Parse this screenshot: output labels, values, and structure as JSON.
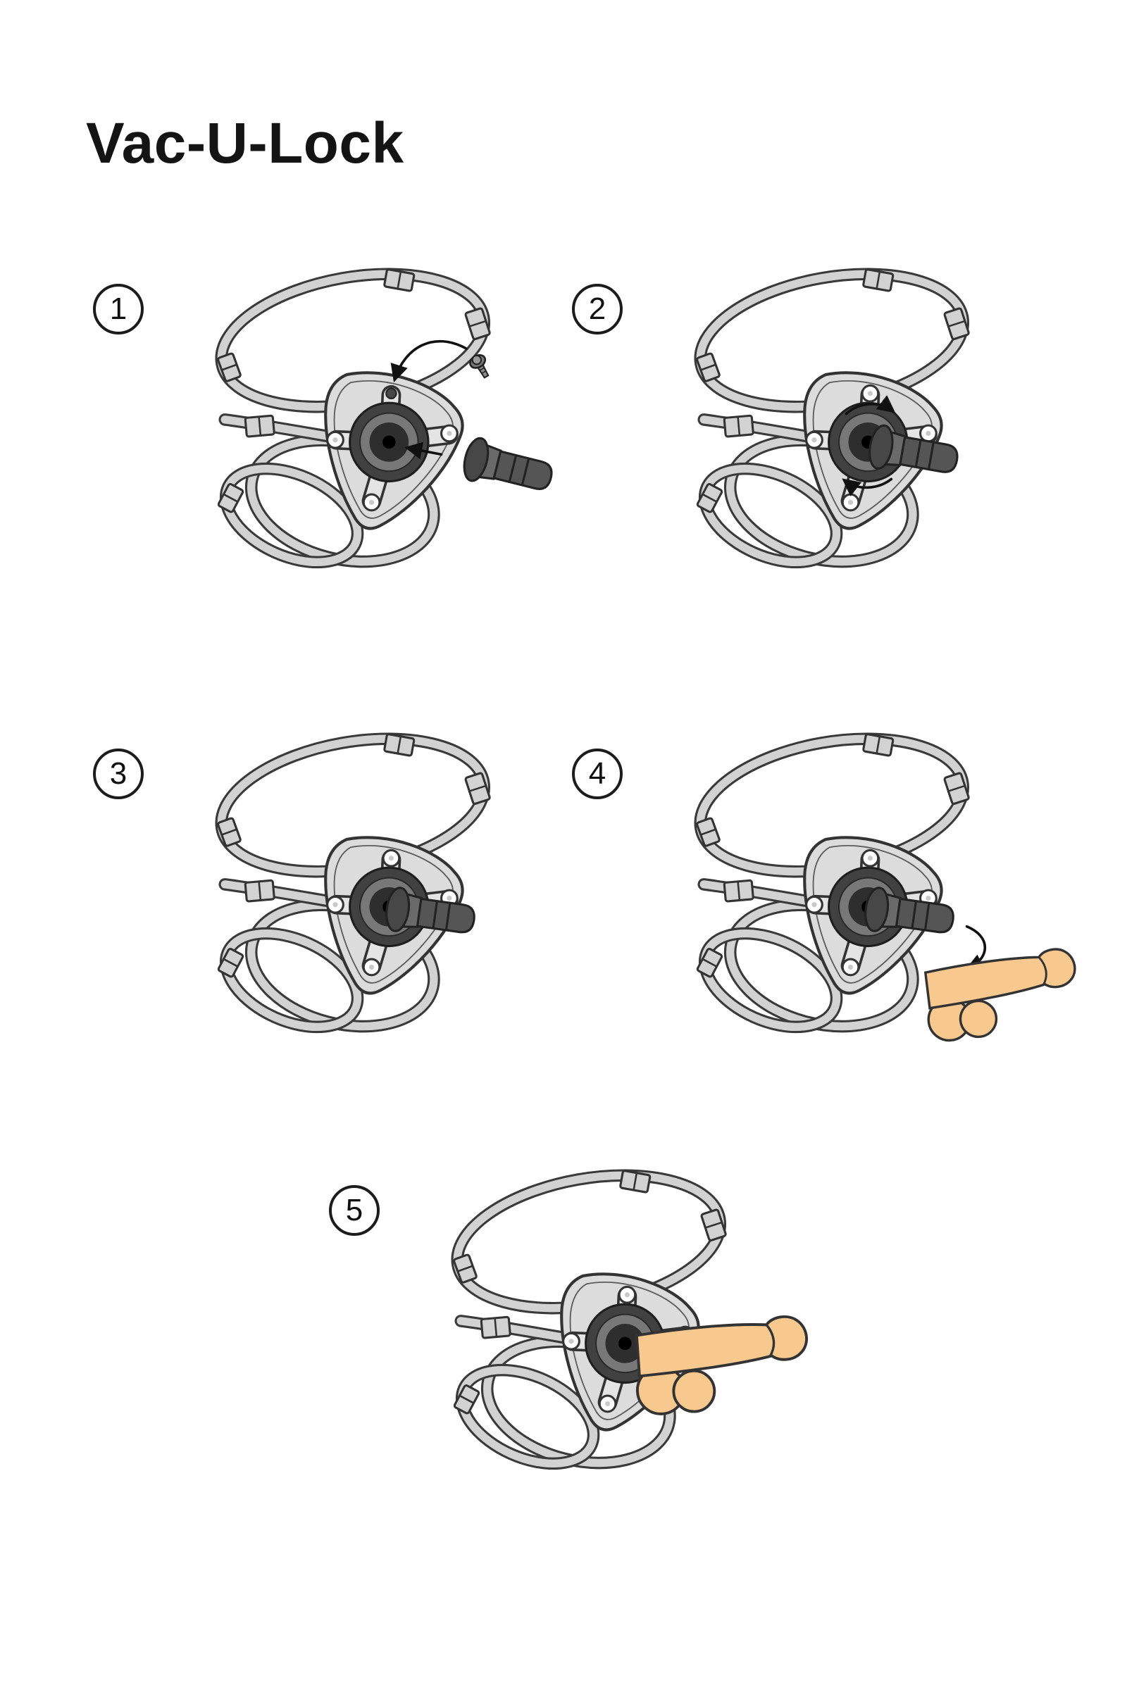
{
  "page": {
    "title": "Vac-U-Lock",
    "background_color": "#ffffff"
  },
  "colors": {
    "line": "#333333",
    "strap": "#d2d2d2",
    "plate": "#dcdcdc",
    "bracket": "#e4e4e4",
    "ring_outer": "#414141",
    "ring_face": "#787878",
    "ring_inner": "#2e2e2e",
    "plug": "#555555",
    "flesh": "#f8c98e"
  },
  "steps": [
    {
      "number": "1",
      "icon": "harness-with-detached-plug-and-screw"
    },
    {
      "number": "2",
      "icon": "plug-being-screwed-into-plate"
    },
    {
      "number": "3",
      "icon": "plug-installed-in-harness"
    },
    {
      "number": "4",
      "icon": "attachment-aligned-with-plug"
    },
    {
      "number": "5",
      "icon": "attachment-mounted-on-harness"
    }
  ]
}
